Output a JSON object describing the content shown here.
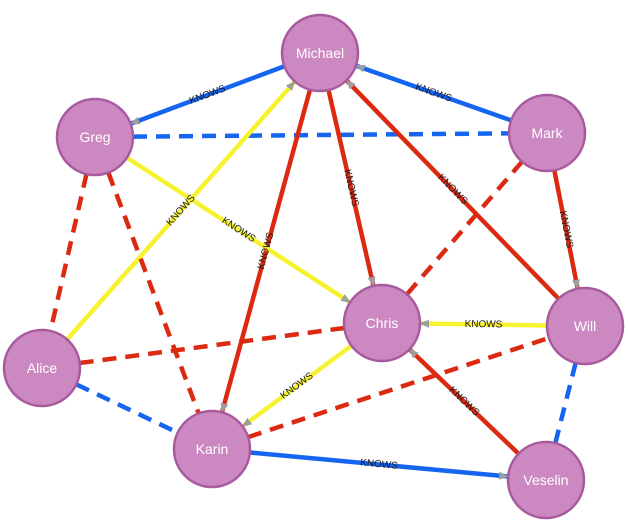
{
  "colors": {
    "blue": "#1565f0",
    "red": "#dc2a12",
    "yellow": "#f7f230",
    "arrow": "#9e9e9e",
    "node_fill": "#cc88c1",
    "node_stroke": "#a85a9e"
  },
  "nodes": [
    {
      "id": "michael",
      "label": "Michael"
    },
    {
      "id": "greg",
      "label": "Greg"
    },
    {
      "id": "mark",
      "label": "Mark"
    },
    {
      "id": "chris",
      "label": "Chris"
    },
    {
      "id": "will",
      "label": "Will"
    },
    {
      "id": "alice",
      "label": "Alice"
    },
    {
      "id": "karin",
      "label": "Karin"
    },
    {
      "id": "veselin",
      "label": "Veselin"
    }
  ],
  "edges": [
    {
      "from": "michael",
      "to": "greg",
      "color": "blue",
      "style": "solid",
      "label": "KNOWS",
      "arrow": "end"
    },
    {
      "from": "mark",
      "to": "michael",
      "color": "blue",
      "style": "solid",
      "label": "KNOWS",
      "arrow": "end"
    },
    {
      "from": "greg",
      "to": "mark",
      "color": "blue",
      "style": "dashed",
      "label": "",
      "arrow": "none"
    },
    {
      "from": "michael",
      "to": "chris",
      "color": "red",
      "style": "solid",
      "label": "KNOWS",
      "arrow": "end"
    },
    {
      "from": "michael",
      "to": "karin",
      "color": "red",
      "style": "solid",
      "label": "KNOWS",
      "arrow": "end"
    },
    {
      "from": "will",
      "to": "michael",
      "color": "red",
      "style": "solid",
      "label": "KNOWS",
      "arrow": "end"
    },
    {
      "from": "mark",
      "to": "will",
      "color": "red",
      "style": "solid",
      "label": "KNOWS",
      "arrow": "end"
    },
    {
      "from": "mark",
      "to": "chris",
      "color": "red",
      "style": "dashed",
      "label": "",
      "arrow": "none"
    },
    {
      "from": "alice",
      "to": "michael",
      "color": "yellow",
      "style": "solid",
      "label": "KNOWS",
      "arrow": "end"
    },
    {
      "from": "greg",
      "to": "chris",
      "color": "yellow",
      "style": "solid",
      "label": "KNOWS",
      "arrow": "end"
    },
    {
      "from": "will",
      "to": "chris",
      "color": "yellow",
      "style": "solid",
      "label": "KNOWS",
      "arrow": "end"
    },
    {
      "from": "chris",
      "to": "karin",
      "color": "yellow",
      "style": "solid",
      "label": "KNOWS",
      "arrow": "end"
    },
    {
      "from": "greg",
      "to": "alice",
      "color": "red",
      "style": "dashed",
      "label": "",
      "arrow": "none"
    },
    {
      "from": "greg",
      "to": "karin",
      "color": "red",
      "style": "dashed",
      "label": "",
      "arrow": "none"
    },
    {
      "from": "alice",
      "to": "chris",
      "color": "red",
      "style": "dashed",
      "label": "",
      "arrow": "none"
    },
    {
      "from": "karin",
      "to": "will",
      "color": "red",
      "style": "dashed",
      "label": "",
      "arrow": "none"
    },
    {
      "from": "veselin",
      "to": "chris",
      "color": "red",
      "style": "solid",
      "label": "KNOWS",
      "arrow": "end"
    },
    {
      "from": "alice",
      "to": "karin",
      "color": "blue",
      "style": "dashed",
      "label": "",
      "arrow": "none"
    },
    {
      "from": "karin",
      "to": "veselin",
      "color": "blue",
      "style": "solid",
      "label": "KNOWS",
      "arrow": "end"
    },
    {
      "from": "will",
      "to": "veselin",
      "color": "blue",
      "style": "dashed",
      "label": "",
      "arrow": "none"
    }
  ]
}
